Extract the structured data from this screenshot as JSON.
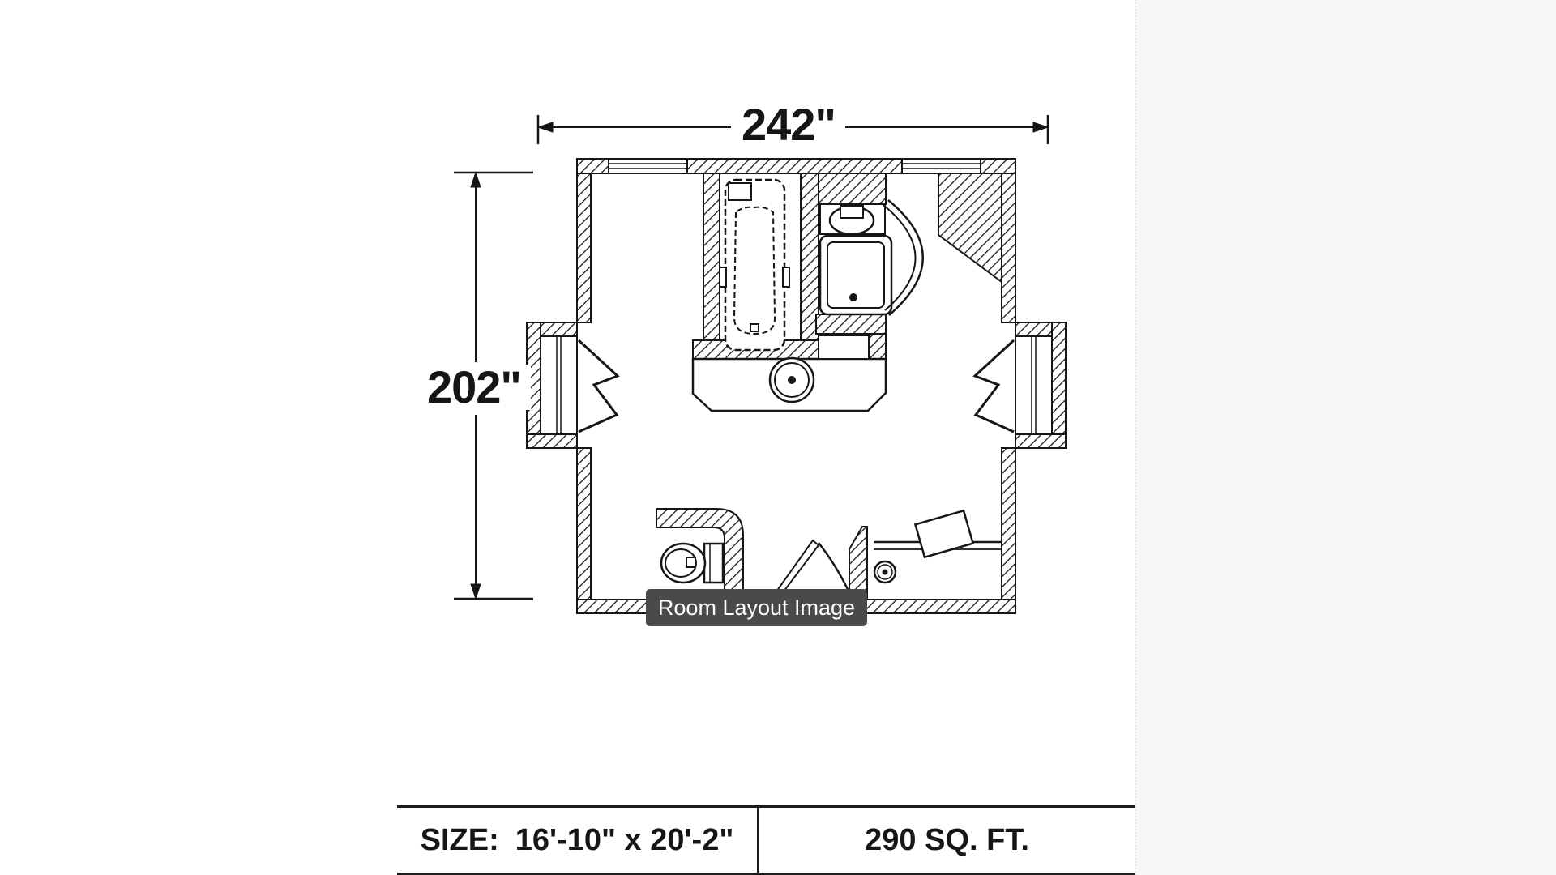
{
  "page": {
    "background_color": "#ffffff",
    "side_panel_color": "#f7f7f7",
    "line_color": "#161616"
  },
  "dimensions": {
    "top_width_label": "242\"",
    "left_height_label": "202\""
  },
  "tooltip": {
    "label": "Room Layout Image",
    "bg_color": "#4a4a4a",
    "text_color": "#ffffff"
  },
  "info_table": {
    "size_label": "SIZE:",
    "size_value": "16'-10\" x 20'-2\"",
    "area_value": "290 SQ. FT."
  },
  "floor_plan": {
    "type": "bathroom floor plan",
    "fixtures": [
      "bathtub-alcove",
      "curved-door-shower",
      "tank-fixture",
      "vanity-round-sink",
      "toilet-privacy-wall",
      "bifold-shower-door",
      "shower-drain",
      "shower-bench",
      "window-top-left",
      "window-top-right",
      "door-bay-left",
      "door-bay-right"
    ]
  }
}
